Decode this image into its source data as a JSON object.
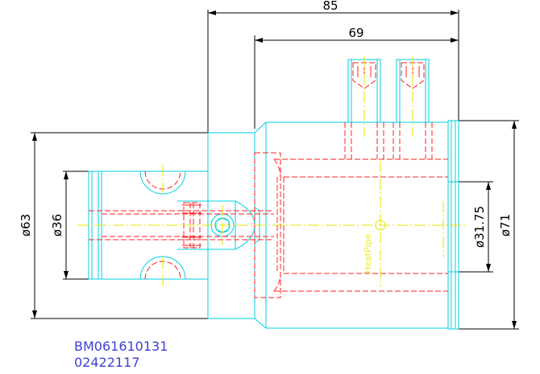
{
  "dimensions": {
    "overall_length": "85",
    "body_length": "69",
    "dia_left_outer": "ø63",
    "dia_left_inner": "ø36",
    "dia_right_bore": "ø31.75",
    "dia_right_outer": "ø71"
  },
  "part_codes": [
    "BM061610131",
    "02422117"
  ],
  "watermark": "HeatPipe",
  "colors": {
    "outline": "#00cfe0",
    "hidden": "#ff2020",
    "center": "#e6e600",
    "dimension": "#000000",
    "code_text": "#3f3fd6"
  }
}
